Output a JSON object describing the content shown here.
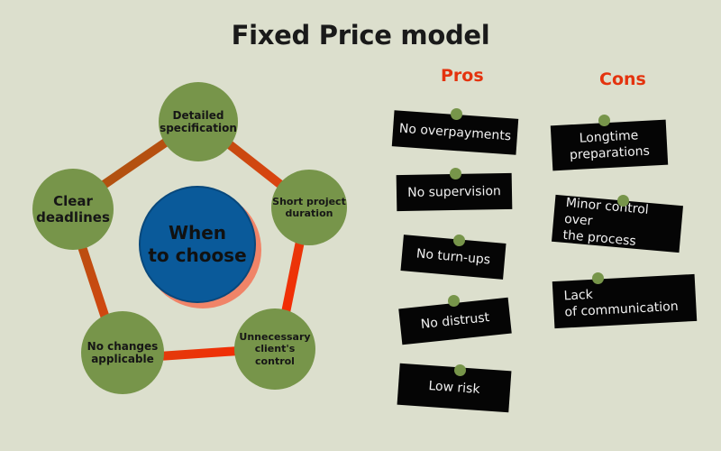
{
  "title": "Fixed Price model",
  "center": {
    "line1": "When",
    "line2": "to choose"
  },
  "nodes": {
    "top": {
      "line1": "Detailed",
      "line2": "specification"
    },
    "right": {
      "line1": "Short project",
      "line2": "duration"
    },
    "bottom_right": {
      "line1": "Unnecessary",
      "line2": "client's control"
    },
    "bottom_left": {
      "line1": "No changes",
      "line2": "applicable"
    },
    "left": {
      "line1": "Clear",
      "line2": "deadlines"
    }
  },
  "pros": {
    "heading": "Pros",
    "items": [
      "No overpayments",
      "No supervision",
      "No turn-ups",
      "No distrust",
      "Low risk"
    ]
  },
  "cons": {
    "heading": "Cons",
    "items": [
      {
        "line1": "Longtime",
        "line2": "preparations"
      },
      {
        "line1": "Minor control over",
        "line2": "the process"
      },
      {
        "line1": "Lack",
        "line2": "of communication"
      }
    ]
  },
  "colors": {
    "background": "#dcdfcd",
    "node_fill": "#77954a",
    "center_fill": "#0a5a9a",
    "ring_start": "#9a5a10",
    "ring_end": "#ff2200",
    "heading_accent": "#e4330e",
    "card_fill": "#050505"
  }
}
